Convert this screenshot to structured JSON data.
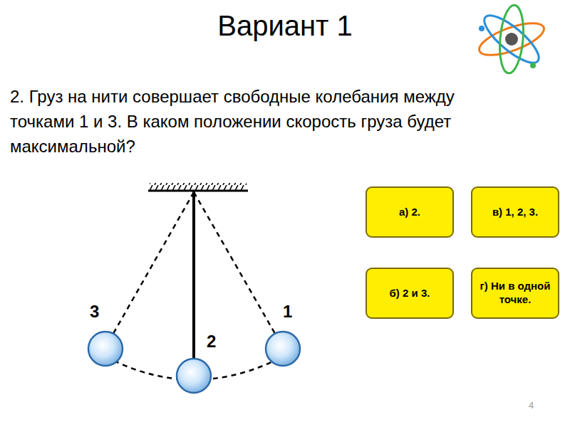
{
  "diagram": {
    "title": "Вариант 1",
    "nodes": [
      {
        "text": [
          "а) 2."
        ]
      },
      {
        "text": [
          "в) 1, 2, 3."
        ]
      },
      {
        "text": [
          "б) 2 и 3."
        ]
      },
      {
        "text": [
          "г) Ни в одной точке."
        ]
      }
    ],
    "labels": [
      "2. Груз на нити совершает свободные колебания между точками 1 и 3. В каком положении скорость груза будет максимальной?",
      "3",
      "2",
      "1",
      "4"
    ]
  }
}
